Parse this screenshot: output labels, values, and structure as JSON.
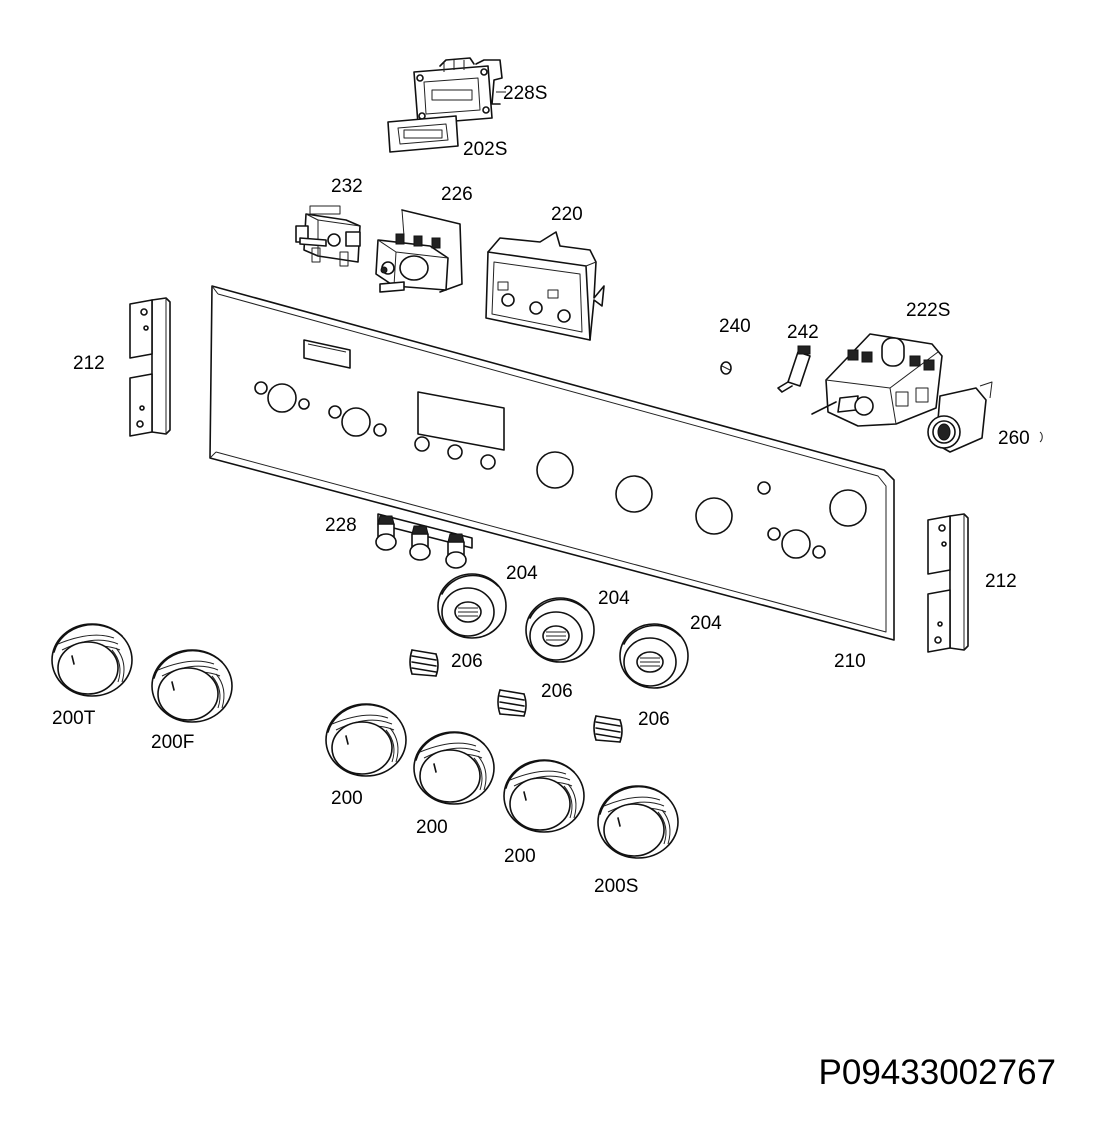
{
  "labels": {
    "p228S": "228S",
    "p202S": "202S",
    "p232": "232",
    "p226": "226",
    "p220": "220",
    "p240": "240",
    "p242": "242",
    "p222S": "222S",
    "p212_left": "212",
    "p212_right": "212",
    "p260": "260",
    "p228": "228",
    "p204_a": "204",
    "p204_b": "204",
    "p204_c": "204",
    "p206_a": "206",
    "p206_b": "206",
    "p206_c": "206",
    "p210": "210",
    "p200T": "200T",
    "p200F": "200F",
    "p200_a": "200",
    "p200_b": "200",
    "p200_c": "200",
    "p200S": "200S"
  },
  "drawing_code": "P09433002767"
}
